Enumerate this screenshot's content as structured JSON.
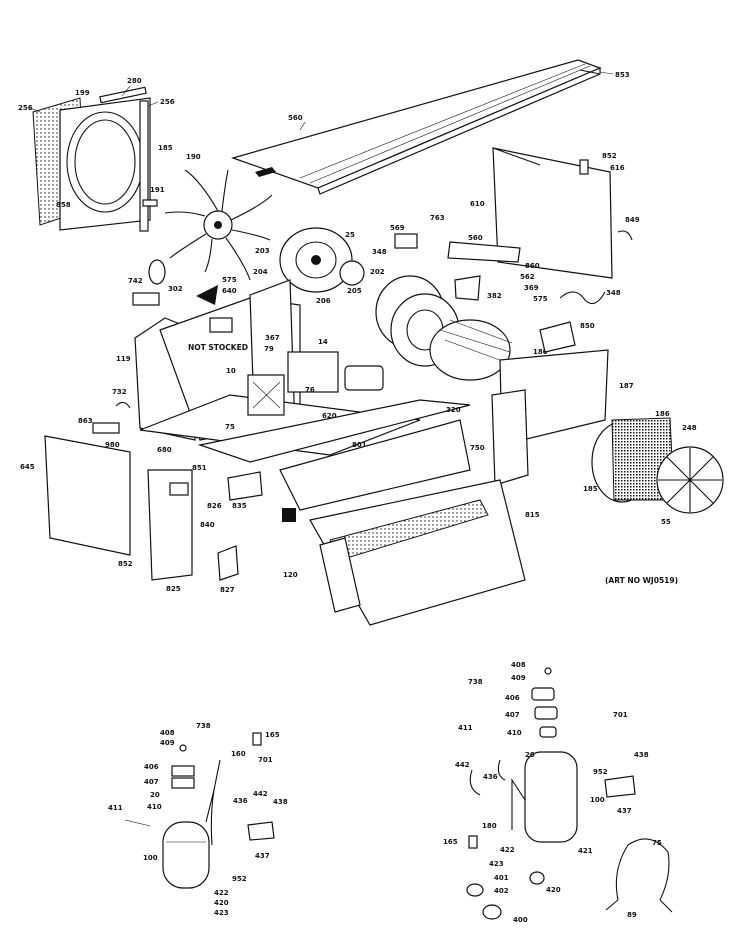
{
  "figure": {
    "note": "NOT STOCKED",
    "art_number": "(ART NO WJ0519)"
  },
  "callouts": {
    "c853": "853",
    "c560": "560",
    "c280": "280",
    "c199": "199",
    "c256a": "256",
    "c256b": "256",
    "c185a": "185",
    "c858": "858",
    "c190": "190",
    "c191": "191",
    "c852": "852",
    "c616": "616",
    "c610": "610",
    "c849": "849",
    "c25": "25",
    "c203": "203",
    "c204": "204",
    "c202": "202",
    "c742": "742",
    "c302": "302",
    "c575a": "575",
    "c640": "640",
    "c205": "205",
    "c206": "206",
    "c569": "569",
    "c763": "763",
    "c348a": "348",
    "c560b": "560",
    "c860": "860",
    "c562": "562",
    "c369": "369",
    "c382": "382",
    "c575b": "575",
    "c348b": "348",
    "c850": "850",
    "c180": "180",
    "c367": "367",
    "c79": "79",
    "c119": "119",
    "c10": "10",
    "c14": "14",
    "c76": "76",
    "c620": "620",
    "c187": "187",
    "c732": "732",
    "c863": "863",
    "c75": "75",
    "c801": "801",
    "c320": "320",
    "c750": "750",
    "c186": "186",
    "c248": "248",
    "c185b": "185",
    "c55": "55",
    "c645": "645",
    "c980": "980",
    "c680": "680",
    "c851": "851",
    "c826": "826",
    "c835": "835",
    "c840": "840",
    "c815": "815",
    "c852b": "852",
    "c825": "825",
    "c827": "827",
    "c120": "120",
    "l408": "408",
    "l409": "409",
    "l406": "406",
    "l407": "407",
    "l20": "20",
    "l410": "410",
    "l411": "411",
    "l100": "100",
    "l738": "738",
    "l165": "165",
    "l160": "160",
    "l701": "701",
    "l442": "442",
    "l436": "436",
    "l438": "438",
    "l437": "437",
    "l952": "952",
    "l422": "422",
    "l420": "420",
    "l423": "423",
    "r408": "408",
    "r409": "409",
    "r738": "738",
    "r406": "406",
    "r407": "407",
    "r410": "410",
    "r411": "411",
    "r20": "20",
    "r701": "701",
    "r442": "442",
    "r436": "436",
    "r952": "952",
    "r438": "438",
    "r180": "180",
    "r100": "100",
    "r437": "437",
    "r165": "165",
    "r422": "422",
    "r421": "421",
    "r423": "423",
    "r401": "401",
    "r402": "402",
    "r420": "420",
    "r400": "400",
    "r75": "75",
    "r89": "89"
  }
}
